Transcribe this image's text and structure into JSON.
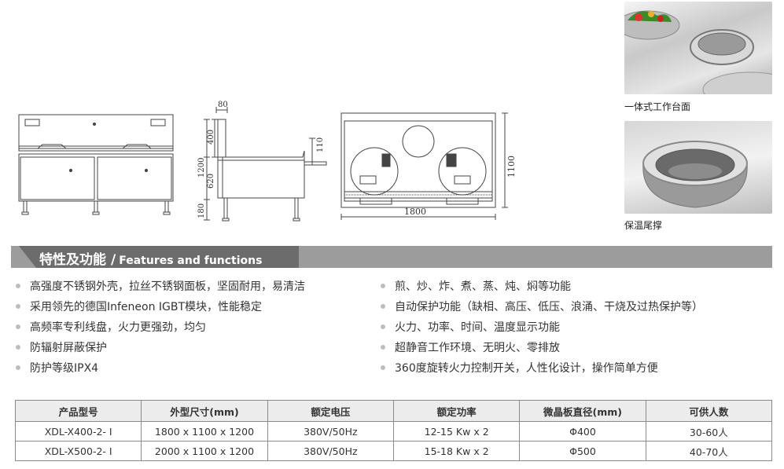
{
  "drawings": {
    "side_dims": [
      "80",
      "400",
      "1200",
      "620",
      "180",
      "110"
    ],
    "top_dims": [
      "1800",
      "1100"
    ]
  },
  "photos": [
    {
      "caption": "一体式工作台面"
    },
    {
      "caption": "保温尾撑"
    }
  ],
  "features": {
    "title_zh": "特性及功能",
    "separator": "/",
    "title_en": "Features and functions",
    "left": [
      "高强度不锈钢外壳，拉丝不锈钢面板，坚固耐用，易清洁",
      "采用领先的德国Infeneon IGBT模块，性能稳定",
      "高频率专利线盘，火力更强劲，均匀",
      "防辐射屏蔽保护",
      "防护等级IPX4"
    ],
    "right": [
      "煎、炒、炸、煮、蒸、炖、焖等功能",
      "自动保护功能（缺相、高压、低压、浪涌、干烧及过热保护等）",
      "火力、功率、时间、温度显示功能",
      "超静音工作环境、无明火、零排放",
      "360度旋转火力控制开关，人性化设计，操作简单方便"
    ]
  },
  "spec_table": {
    "headers": [
      "产品型号",
      "外型尺寸(mm)",
      "额定电压",
      "额定功率",
      "微晶板直径(mm)",
      "可供人数"
    ],
    "rows": [
      [
        "XDL-X400-2- I",
        "1800 x 1100 x 1200",
        "380V/50Hz",
        "12-15 Kw x 2",
        "Φ400",
        "30-60人"
      ],
      [
        "XDL-X500-2- I",
        "2000 x 1100 x 1200",
        "380V/50Hz",
        "15-18 Kw x 2",
        "Φ500",
        "40-70人"
      ]
    ]
  }
}
